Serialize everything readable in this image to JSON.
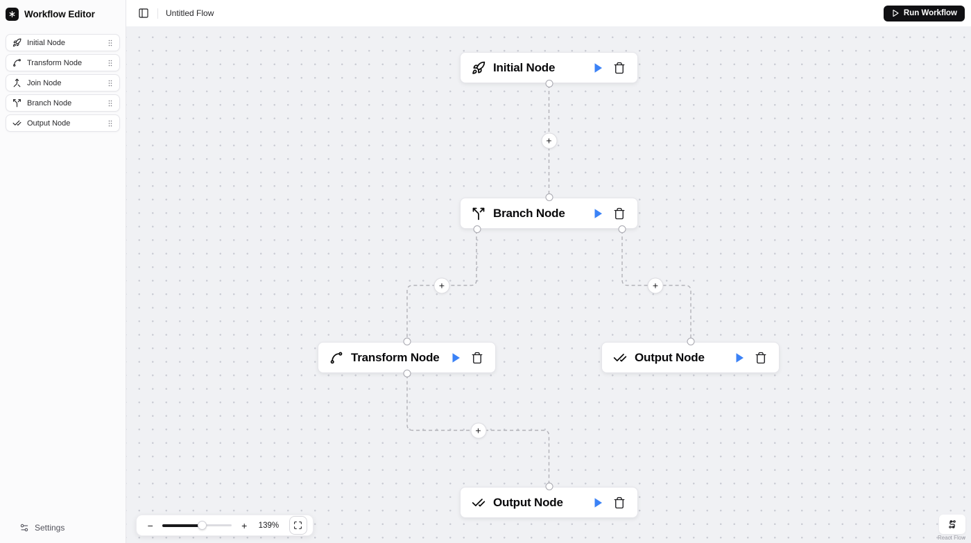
{
  "app": {
    "name": "Workflow Editor"
  },
  "topbar": {
    "flow_name": "Untitled Flow",
    "run_label": "Run Workflow"
  },
  "sidebar": {
    "items": [
      {
        "label": "Initial Node",
        "icon": "rocket-icon"
      },
      {
        "label": "Transform Node",
        "icon": "spline-icon"
      },
      {
        "label": "Join Node",
        "icon": "merge-icon"
      },
      {
        "label": "Branch Node",
        "icon": "split-icon"
      },
      {
        "label": "Output Node",
        "icon": "check-check-icon"
      }
    ],
    "settings_label": "Settings"
  },
  "canvas": {
    "nodes": [
      {
        "id": "initial",
        "label": "Initial Node",
        "icon": "rocket-icon"
      },
      {
        "id": "branch",
        "label": "Branch Node",
        "icon": "split-icon"
      },
      {
        "id": "transform",
        "label": "Transform Node",
        "icon": "spline-icon"
      },
      {
        "id": "output-right",
        "label": "Output Node",
        "icon": "check-check-icon"
      },
      {
        "id": "output-bottom",
        "label": "Output Node",
        "icon": "check-check-icon"
      }
    ],
    "add_edge_label": "+",
    "controls": {
      "zoom_out": "−",
      "zoom_in": "+",
      "zoom_level": "139%"
    },
    "attribution": "React Flow"
  },
  "colors": {
    "play_accent": "#3b82f6",
    "run_button_bg": "#101013",
    "edge": "#b1b1b7"
  }
}
